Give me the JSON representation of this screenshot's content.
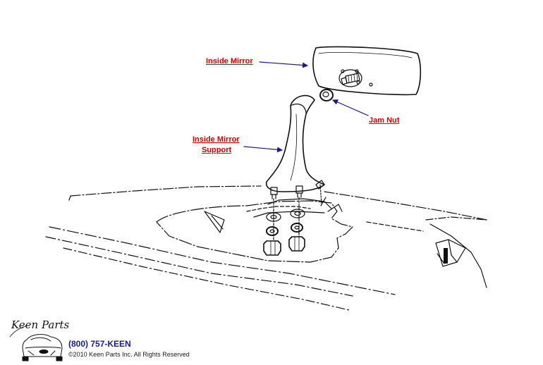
{
  "labels": {
    "inside_mirror": "Inside Mirror",
    "inside_mirror_support_line1": "Inside Mirror",
    "inside_mirror_support_line2": "Support",
    "jam_nut": "Jam Nut"
  },
  "footer": {
    "logo": "Keen Parts",
    "phone": "(800) 757-KEEN",
    "copyright": "©2010 Keen Parts Inc. All Rights Reserved"
  },
  "colors": {
    "label": "#d40000",
    "leader_arrow": "#1a1a8c",
    "line_art": "#111111"
  }
}
